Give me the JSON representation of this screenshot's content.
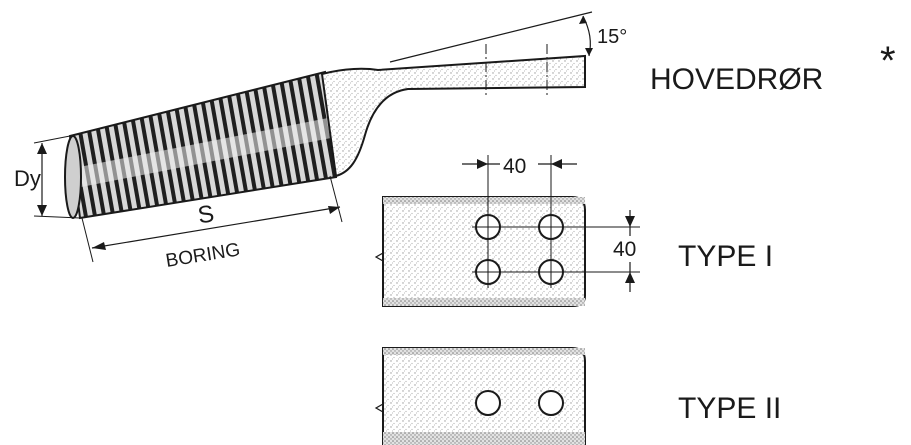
{
  "labels": {
    "angle": "15°",
    "main_title": "HOVEDRØR",
    "asterisk": "*",
    "dim_dy": "Dy",
    "dim_s": "S",
    "boring": "BORING",
    "hole_spacing_h": "40",
    "hole_spacing_v": "40",
    "type_one": "TYPE I",
    "type_two": "TYPE II"
  },
  "colors": {
    "ink": "#1a1a1a",
    "shade": "#b8b8b8",
    "paper": "#ffffff"
  }
}
